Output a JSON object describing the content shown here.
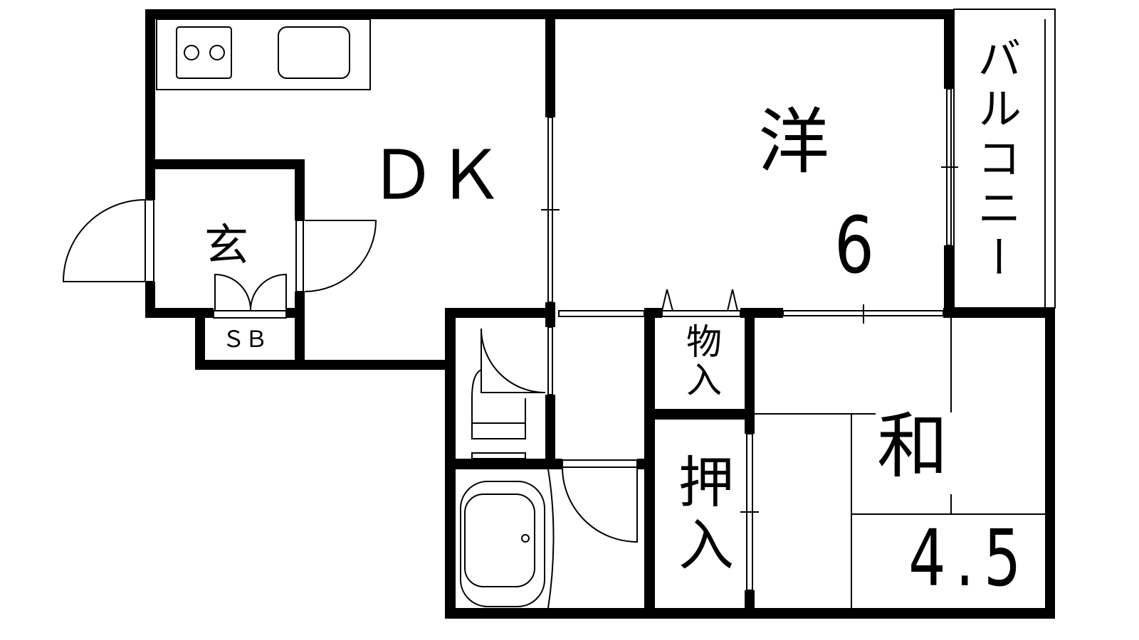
{
  "plan": {
    "rooms": {
      "dk": "ＤＫ",
      "western_room": "洋",
      "western_size": "6",
      "balcony": "バルコニー",
      "entrance": "玄",
      "shoe_box": "ＳＢ",
      "storage": "物入",
      "closet": "押入",
      "japanese_room": "和",
      "japanese_size": "4.5"
    },
    "colors": {
      "wall": "#000000",
      "background": "#ffffff"
    }
  }
}
